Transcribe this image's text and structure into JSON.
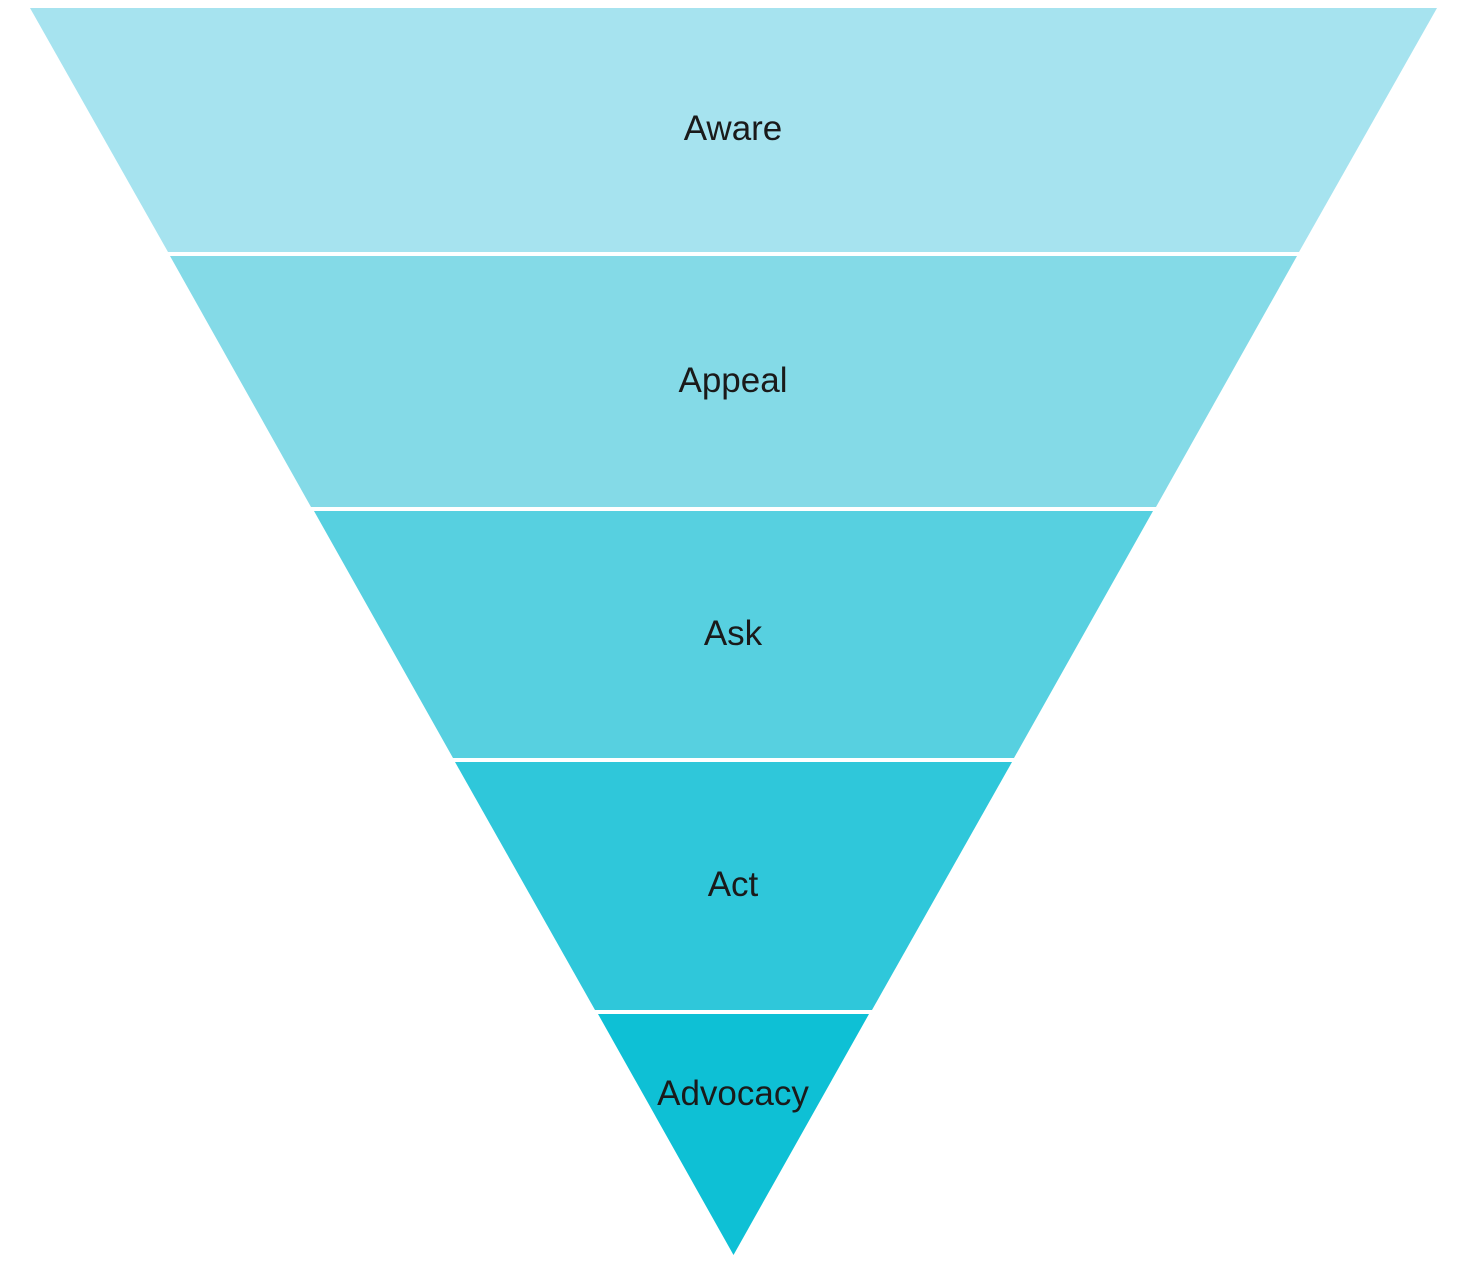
{
  "funnel": {
    "background_color": "#ffffff",
    "text_color": "#1a1a1a",
    "levels": [
      {
        "label": "Aware",
        "color": "#a6e3ef"
      },
      {
        "label": "Appeal",
        "color": "#84dae7"
      },
      {
        "label": "Ask",
        "color": "#57d0e0"
      },
      {
        "label": "Act",
        "color": "#2fc7da"
      },
      {
        "label": "Advocacy",
        "color": "#0ec0d5"
      }
    ]
  },
  "chart_data": {
    "type": "funnel",
    "categories": [
      "Aware",
      "Appeal",
      "Ask",
      "Act",
      "Advocacy"
    ],
    "orientation": "inverted-pyramid",
    "title": "",
    "legend": "none"
  }
}
